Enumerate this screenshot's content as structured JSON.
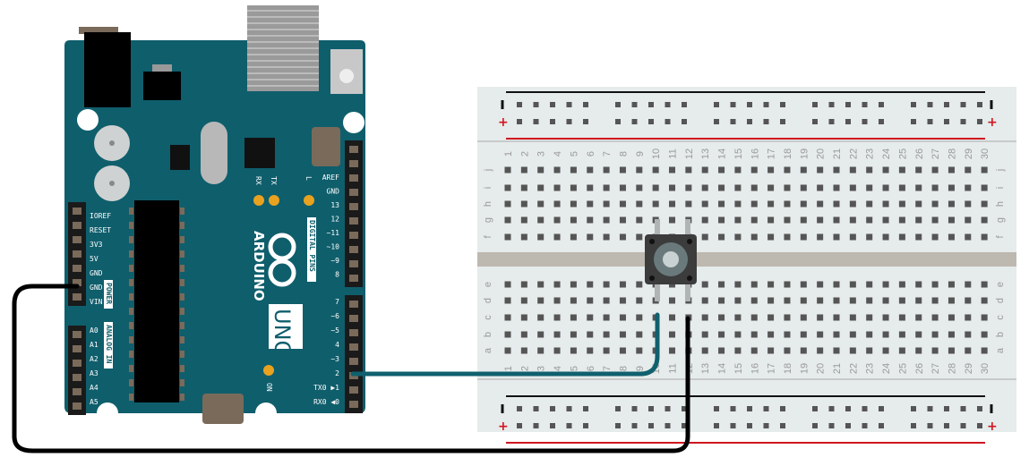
{
  "board": {
    "brand": "ARDUINO",
    "model": "UNO",
    "digital_label": "DIGITAL PINS",
    "power_label": "POWER",
    "analog_label": "ANALOG IN",
    "on_label": "ON",
    "led_labels": [
      "RX",
      "TX",
      "L"
    ],
    "power_pins": [
      "IOREF",
      "RESET",
      "3V3",
      "5V",
      "GND",
      "GND",
      "VIN"
    ],
    "analog_pins": [
      "A0",
      "A1",
      "A2",
      "A3",
      "A4",
      "A5"
    ],
    "digital_high": [
      "AREF",
      "GND",
      "13",
      "12",
      "~11",
      "~10",
      "~9",
      "8"
    ],
    "digital_low": [
      "7",
      "~6",
      "~5",
      "4",
      "~3",
      "2",
      "TX0 ▶1",
      "RX0 ◀0"
    ],
    "colors": {
      "pcb": "#0f5e6c",
      "header": "#1a1a1a",
      "led": "#e8a21f"
    }
  },
  "breadboard": {
    "columns": 30,
    "rows_top": [
      "j",
      "i",
      "h",
      "g",
      "f"
    ],
    "rows_bottom": [
      "e",
      "d",
      "c",
      "b",
      "a"
    ],
    "rail_minus": "−",
    "rail_plus": "+",
    "colors": {
      "body": "#e6ebeb",
      "hole": "#555555",
      "rail_red": "#d0161e",
      "rail_black": "#111111",
      "channel": "#bdb8b0"
    }
  },
  "components": [
    {
      "type": "pushbutton",
      "legs_columns": [
        10,
        12
      ]
    }
  ],
  "wires": [
    {
      "name": "signal-wire",
      "from": "Arduino pin 2",
      "to": "breadboard column 10 row c",
      "color": "#10606e"
    },
    {
      "name": "ground-wire",
      "from": "Arduino GND",
      "to": "breadboard column 12 row c",
      "color": "#000000"
    }
  ]
}
